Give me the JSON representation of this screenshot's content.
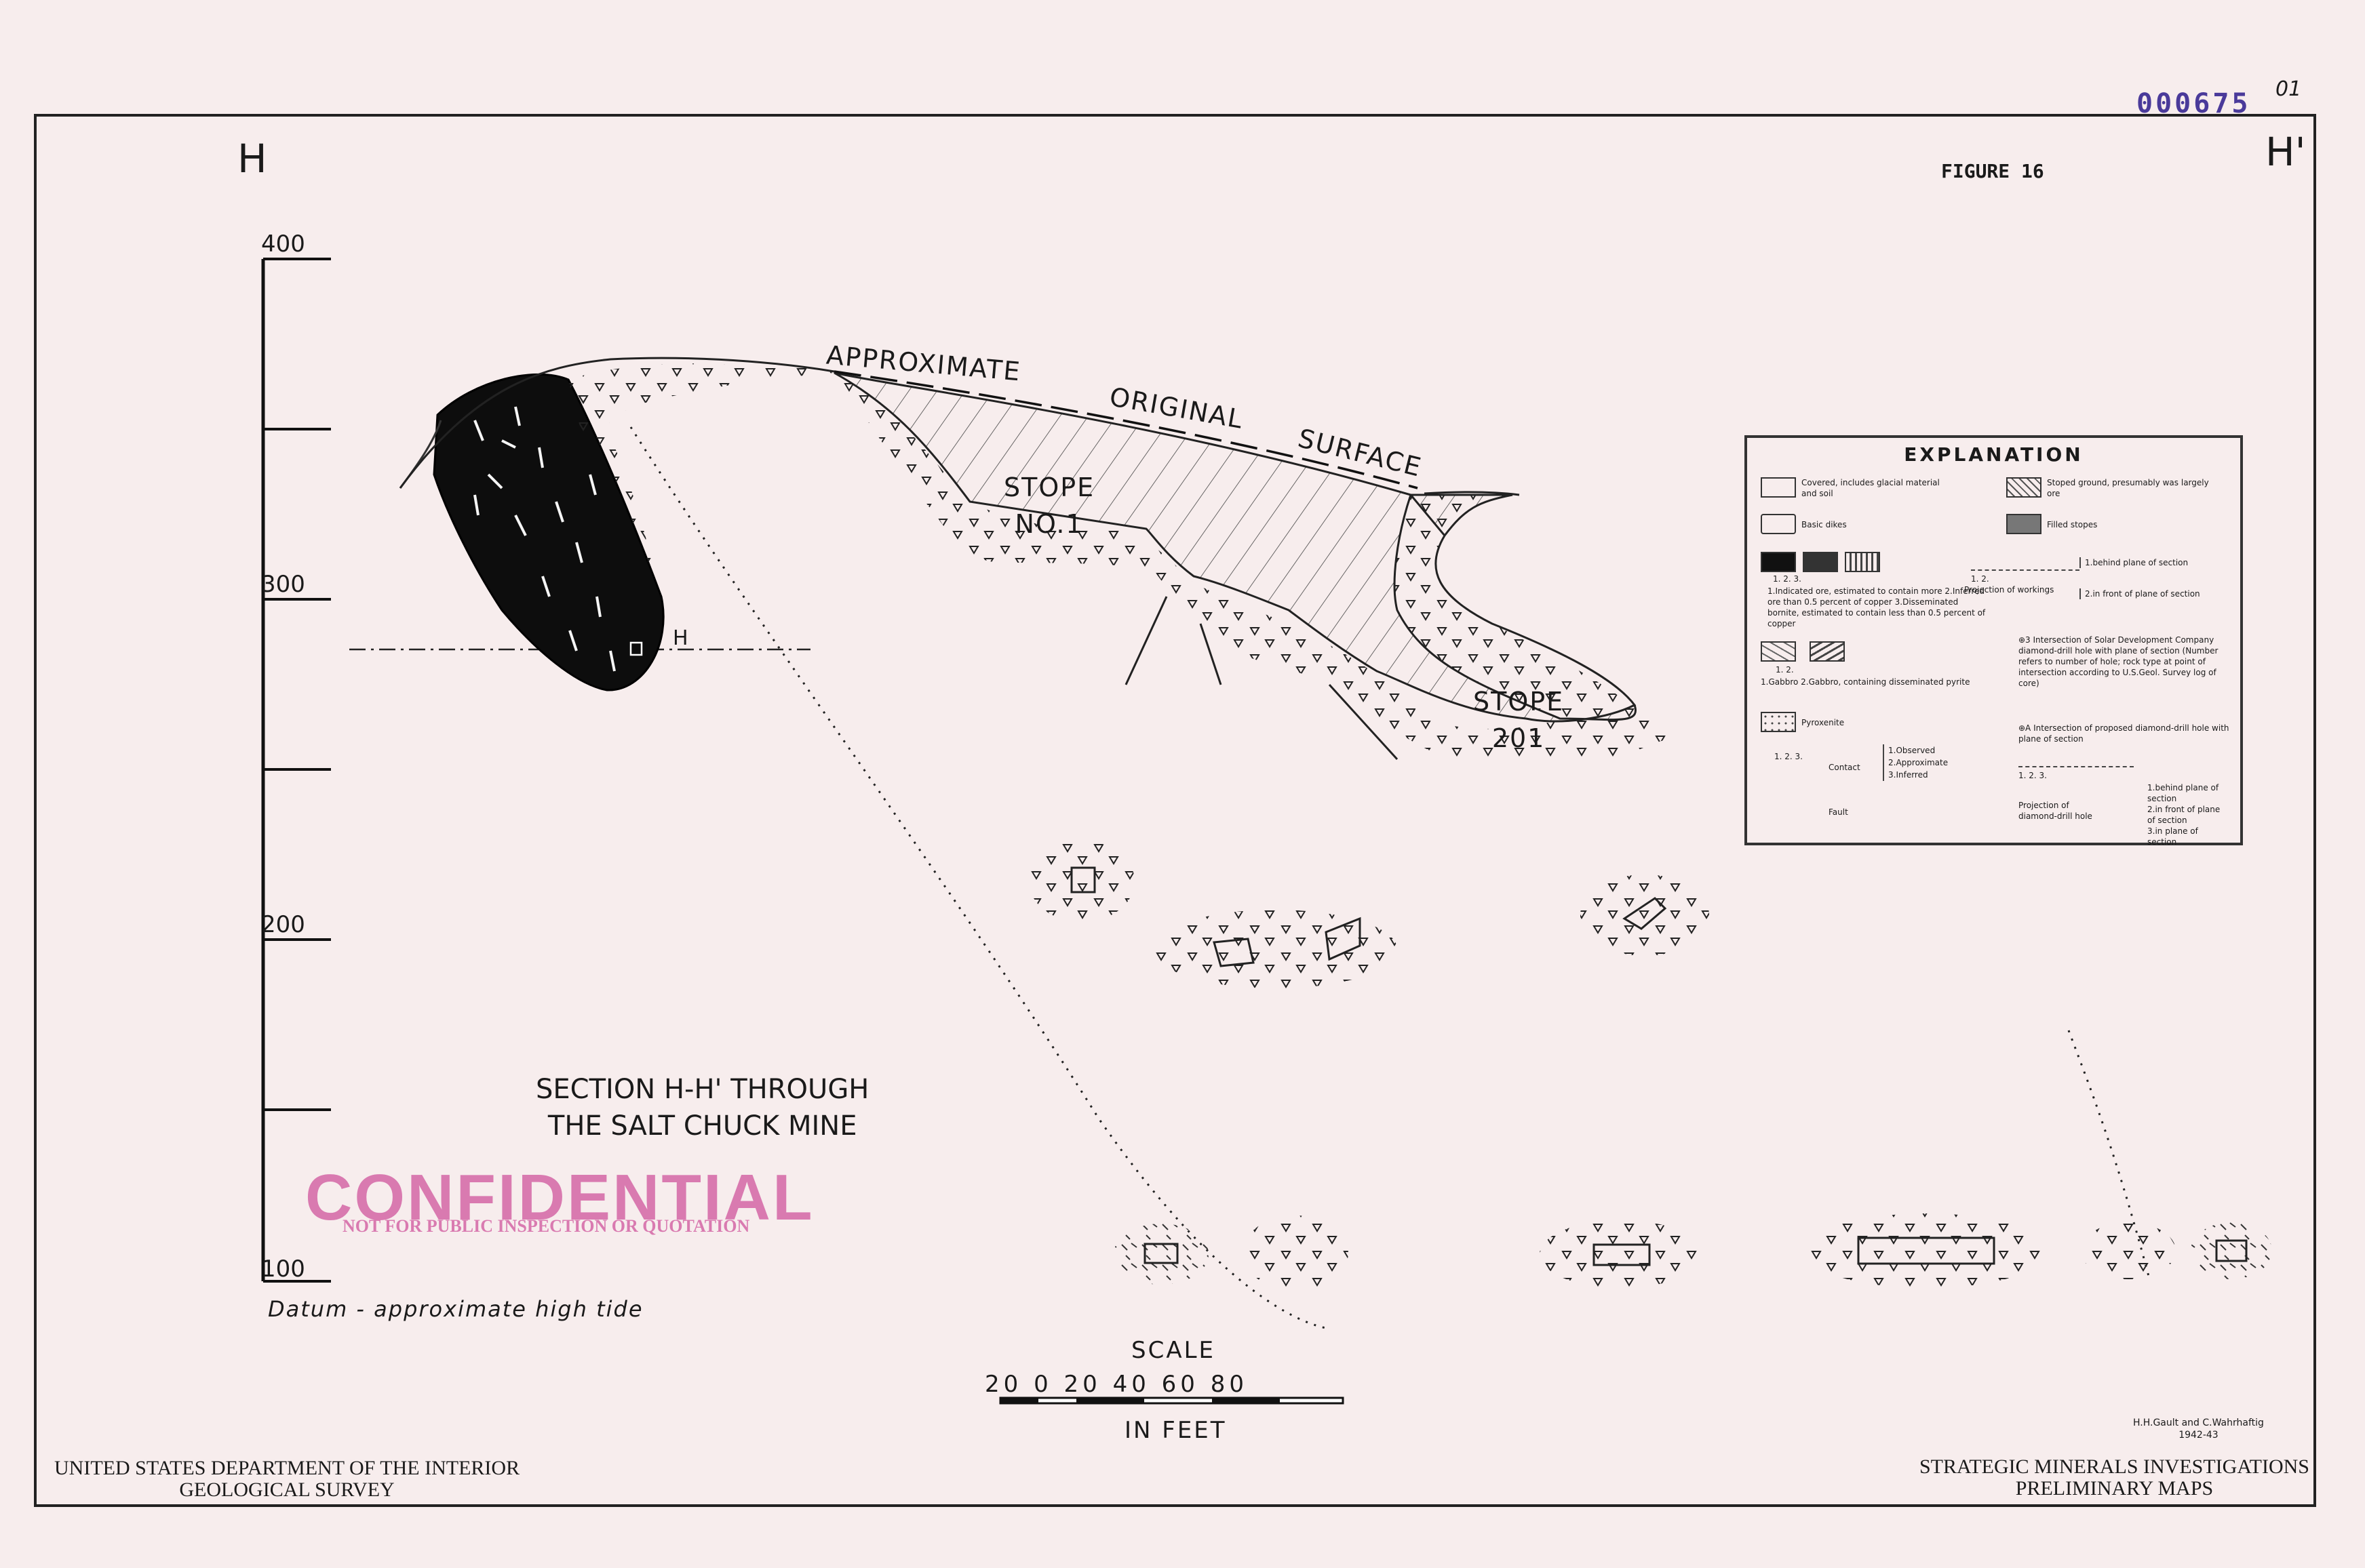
{
  "document": {
    "section_left_label": "H",
    "section_right_label": "H'",
    "figure_label": "FIGURE 16",
    "stamp_number": "000675",
    "stamp_suffix": "01",
    "title_line1": "SECTION H-H' THROUGH",
    "title_line2": "THE SALT CHUCK MINE",
    "datum_note": "Datum - approximate high tide",
    "plane_marker": "H",
    "footer_left_line1": "UNITED STATES DEPARTMENT OF THE INTERIOR",
    "footer_left_line2": "GEOLOGICAL SURVEY",
    "footer_right_line1": "STRATEGIC MINERALS INVESTIGATIONS",
    "footer_right_line2": "PRELIMINARY MAPS",
    "authors_line1": "H.H.Gault and C.Wahrhaftig",
    "authors_line2": "1942-43"
  },
  "elevation_axis": {
    "labels": [
      "400",
      "300",
      "200",
      "100"
    ]
  },
  "section_labels": {
    "surface_1": "APPROXIMATE",
    "surface_2": "ORIGINAL",
    "surface_3": "SURFACE",
    "stope1_line1": "STOPE",
    "stope1_line2": "NO.1",
    "stope201_line1": "STOPE",
    "stope201_line2": "201"
  },
  "scale_bar": {
    "title": "SCALE",
    "numbers": "20  0  20  40  60  80",
    "unit": "IN FEET"
  },
  "stamp": {
    "main": "CONFIDENTIAL",
    "sub": "NOT FOR PUBLIC INSPECTION OR QUOTATION"
  },
  "explanation": {
    "title": "EXPLANATION",
    "covered": "Covered, includes glacial material and soil",
    "stoped": "Stoped ground, presumably was largely ore",
    "basic_dikes": "Basic dikes",
    "filled_stopes": "Filled stopes",
    "ore_nums": "1.    2.    3.",
    "ore_text": "1.Indicated ore, estimated to contain more 2.Inferred ore than 0.5 percent of copper 3.Disseminated bornite, estimated to contain less than 0.5 percent of copper",
    "workings_nums": "1.      2.",
    "workings_text": "Projection of workings",
    "workings_1": "1.behind plane of section",
    "workings_2": "2.in front of plane of section",
    "gabbro_nums": "1.    2.",
    "gabbro_text": "1.Gabbro 2.Gabbro, containing disseminated pyrite",
    "drill_text": "⊕3 Intersection of Solar Development Company diamond-drill hole with plane of section (Number refers to number of hole; rock type at point of intersection according to U.S.Geol. Survey log of core)",
    "proposed_text": "⊕A Intersection of proposed diamond-drill hole with plane of section",
    "pyroxenite": "Pyroxenite",
    "contact_nums": "1.  2.  3.",
    "contact_label": "Contact",
    "contact_1": "1.Observed",
    "contact_2": "2.Approximate",
    "contact_3": "3.Inferred",
    "fault": "Fault",
    "projection_nums": "1.      2.      3.",
    "projection_text": "Projection of diamond-drill hole",
    "projection_1": "1.behind plane of section",
    "projection_2": "2.in front of plane of section",
    "projection_3": "3.in plane of section"
  },
  "colors": {
    "paper": "#f7eded",
    "ink": "#1a1a1a",
    "confidential_stamp": "#d97ab0",
    "number_stamp": "#4a3a9a"
  }
}
